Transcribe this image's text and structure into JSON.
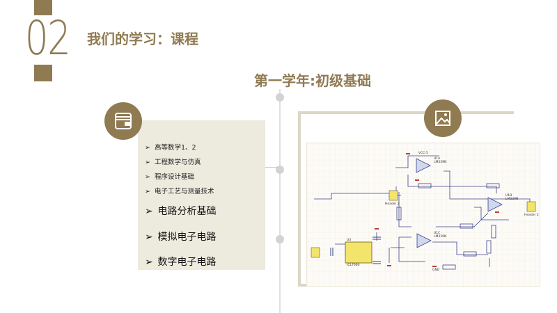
{
  "header": {
    "number": "02",
    "title": "我们的学习：课程"
  },
  "year_title": "第一学年:初级基础",
  "courses_small": [
    "高等数学1、2",
    "工程数学与仿真",
    "程序设计基础",
    "电子工艺与测量技术"
  ],
  "courses_big": [
    "电路分析基础",
    "模拟电子电路",
    "数字电子电路"
  ],
  "circuit": {
    "top_ic": "LM339N",
    "top_ic_ref": "U1A",
    "right_ic": "LM339N",
    "right_ic_ref": "U1B",
    "mid_ic": "LM339N",
    "mid_ic_ref": "U1C",
    "timer_ic": "ICL7660",
    "timer_ref": "U3",
    "left_header": "Header 2",
    "right_header": "Header 2",
    "vcc_label": "VCC-5",
    "gnd_label": "GND"
  },
  "colors": {
    "accent": "#8f7a52",
    "panel": "#edeade",
    "frame": "#dcd6c6"
  },
  "icons": [
    "wallet-icon",
    "image-icon"
  ]
}
